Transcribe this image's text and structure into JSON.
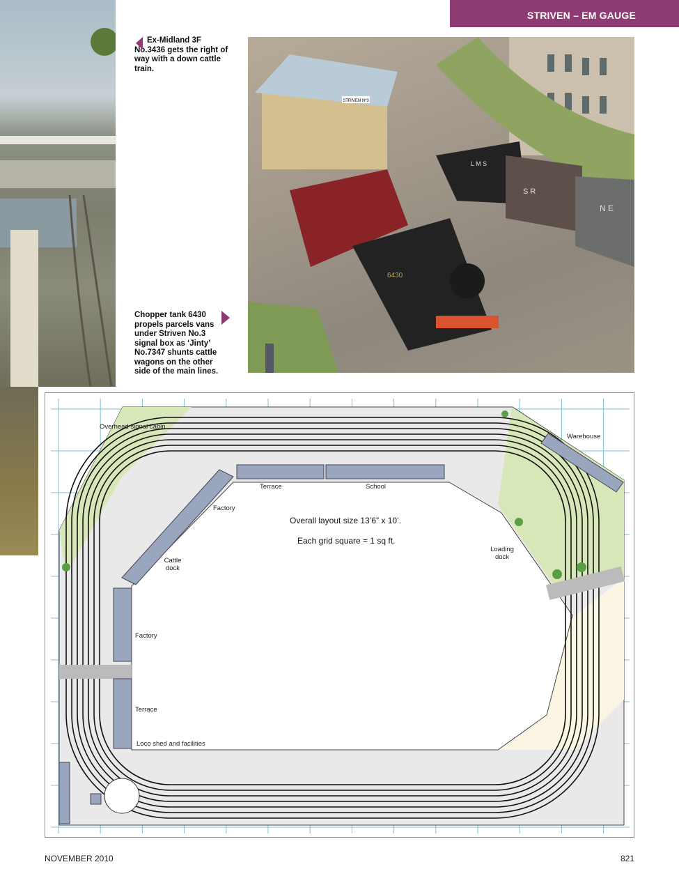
{
  "header": {
    "section_title": "STRIVEN – EM GAUGE",
    "accent_color": "#8e3b73"
  },
  "captions": {
    "top": "Ex-Midland 3F No.3436 gets the right of way with a down cattle train.",
    "bottom": "Chopper tank 6430 propels parcels vans under Striven No.3 signal box as ‘Jinty’ No.7347 shunts cattle wagons on the other side of the main lines."
  },
  "photo": {
    "sign": "STRIVEN Nº3",
    "loco_number": "6430",
    "wagon_letters": [
      "L M S",
      "S R",
      "N E"
    ]
  },
  "plan": {
    "labels": {
      "overhead_cabin": "Overhead signal cabin",
      "terrace_top": "Terrace",
      "school": "School",
      "warehouse": "Warehouse",
      "factory_top": "Factory",
      "cattle_dock": "Cattle dock",
      "loading_dock": "Loading dock",
      "factory_left": "Factory",
      "terrace_left": "Terrace",
      "loco_shed": "Loco shed and facilities"
    },
    "notes": {
      "size": "Overall layout size 13’6” x 10’.",
      "grid": "Each grid square = 1 sq ft."
    }
  },
  "footer": {
    "date": "NOVEMBER 2010",
    "page_number": "821"
  }
}
